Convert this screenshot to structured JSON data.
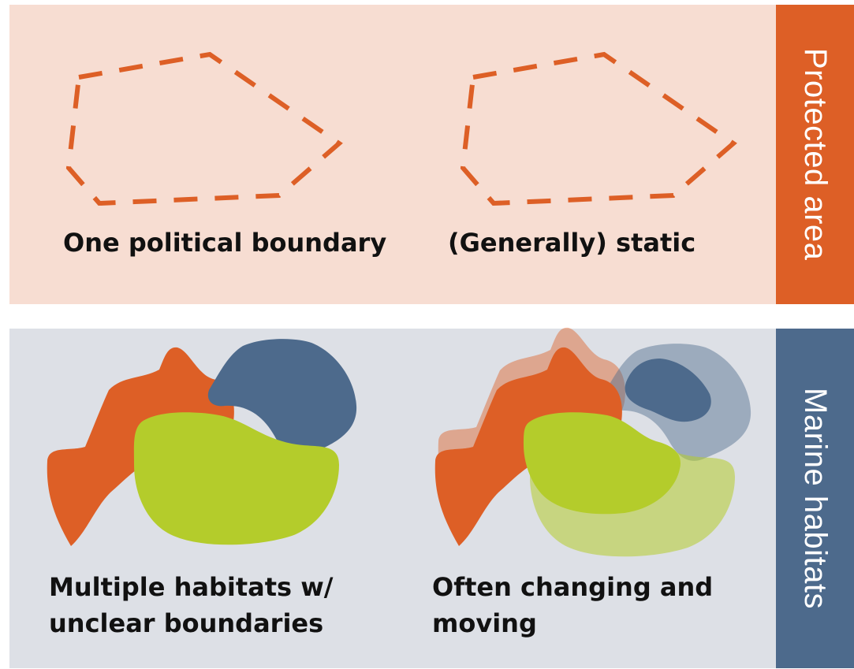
{
  "colors": {
    "orange": "#dd5f26",
    "blue": "#4d6a8c",
    "green": "#b4cc2b",
    "protected_bg": "#f7ddd2",
    "marine_bg": "#dde0e6"
  },
  "protected_area": {
    "label": "Protected area",
    "items": [
      {
        "caption": "One political boundary",
        "icon": "dashed-boundary-outline"
      },
      {
        "caption": "(Generally) static",
        "icon": "dashed-boundary-outline"
      }
    ]
  },
  "marine_habitats": {
    "label": "Marine habitats",
    "items": [
      {
        "caption_line1": "Multiple habitats w/",
        "caption_line2": "unclear boundaries",
        "icon": "overlapping-habitat-blobs"
      },
      {
        "caption_line1": "Often changing and",
        "caption_line2": "moving",
        "icon": "shifting-habitat-blobs"
      }
    ]
  }
}
